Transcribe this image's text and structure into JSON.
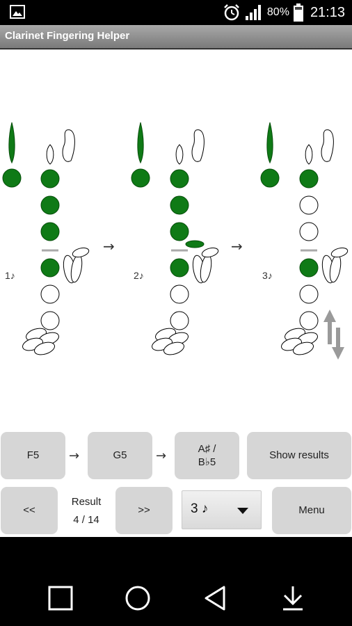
{
  "status_bar": {
    "battery_percent": "80%",
    "time": "21:13",
    "icons": [
      "image-icon",
      "alarm-icon",
      "signal-icon",
      "battery-icon"
    ]
  },
  "app": {
    "title": "Clarinet Fingering Helper"
  },
  "fingerings": [
    {
      "label": "1♪"
    },
    {
      "label": "2♪"
    },
    {
      "label": "3♪"
    }
  ],
  "notes": {
    "note1": "F5",
    "note2": "G5",
    "note3_line1": "A♯ /",
    "note3_line2": "B♭5",
    "show_results": "Show results"
  },
  "navigation": {
    "prev": "<<",
    "next": ">>",
    "result_label": "Result",
    "result_count": "4 / 14",
    "menu": "Menu"
  },
  "dropdown": {
    "selected": "3 ♪"
  },
  "colors": {
    "key_closed": "#0f7a16",
    "button_bg": "#d6d6d6",
    "title_bar": "#8a8a8a"
  },
  "nav_bar_icons": [
    "square-icon",
    "circle-icon",
    "back-triangle-icon",
    "download-icon"
  ]
}
